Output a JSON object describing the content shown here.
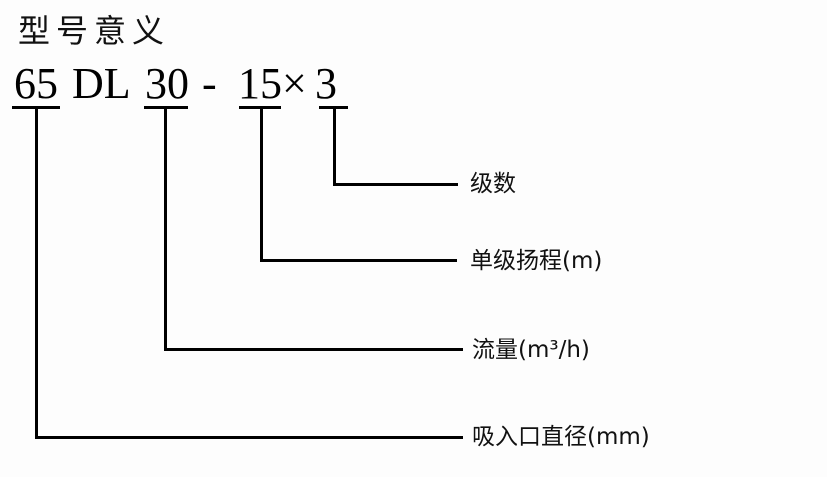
{
  "title": "型号意义",
  "model_code": {
    "parts": [
      {
        "id": "inlet",
        "text": "65"
      },
      {
        "id": "type",
        "text": "DL"
      },
      {
        "id": "flow",
        "text": "30"
      },
      {
        "id": "dash",
        "text": "-"
      },
      {
        "id": "head",
        "text": "15"
      },
      {
        "id": "times",
        "text": "×"
      },
      {
        "id": "stages",
        "text": "3"
      }
    ]
  },
  "labels": {
    "stages": "级数",
    "head": "单级扬程(m)",
    "flow": "流量(m³/h)",
    "inlet": "吸入口直径(mm)"
  },
  "colors": {
    "line": "#000000",
    "text": "#111111",
    "background": "#fdfdfd"
  }
}
